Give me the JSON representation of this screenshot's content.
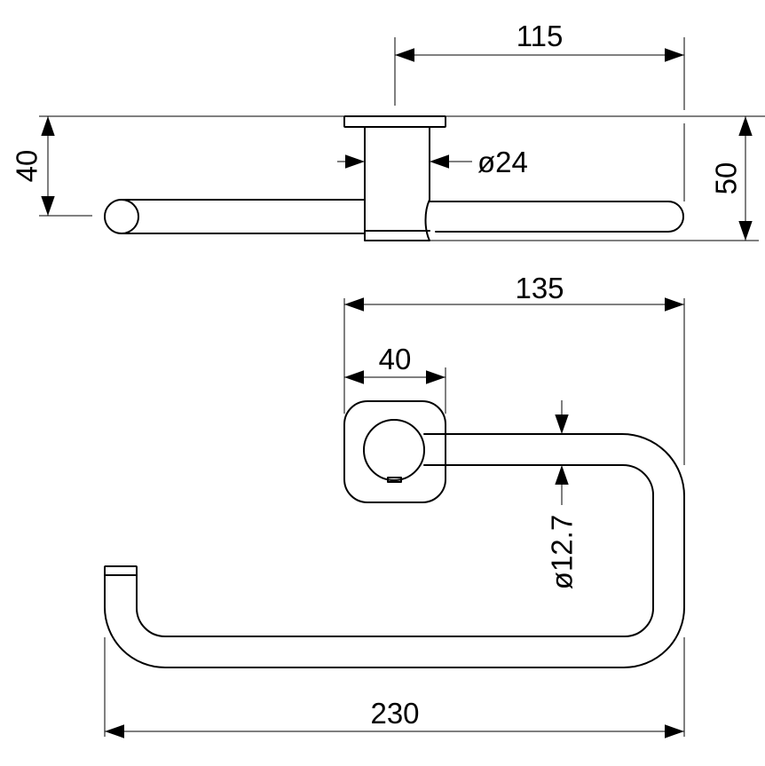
{
  "dimensions": {
    "top_width": "115",
    "mount_height": "40",
    "diameter_mount": "ø24",
    "total_depth": "50",
    "projection": "135",
    "plate_width": "40",
    "bar_diameter": "ø12.7",
    "total_length": "230"
  },
  "colors": {
    "line": "#000000",
    "background": "#ffffff"
  }
}
